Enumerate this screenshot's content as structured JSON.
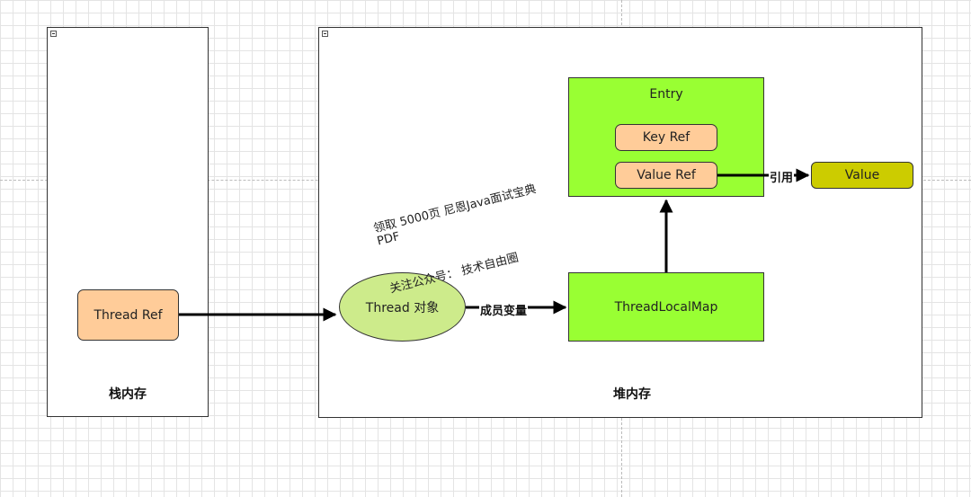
{
  "containers": {
    "stack": {
      "label": "栈内存"
    },
    "heap": {
      "label": "堆内存"
    }
  },
  "nodes": {
    "thread_ref": "Thread Ref",
    "thread_object": "Thread 对象",
    "thread_local_map": "ThreadLocalMap",
    "entry": "Entry",
    "key_ref": "Key Ref",
    "value_ref": "Value Ref",
    "value": "Value"
  },
  "edges": {
    "member_variable": "成员变量",
    "reference": "引用"
  },
  "watermark": {
    "line1": "领取 5000页 尼恩Java面试宝典",
    "line2": "PDF",
    "line3": "关注公众号： 技术自由圈"
  }
}
